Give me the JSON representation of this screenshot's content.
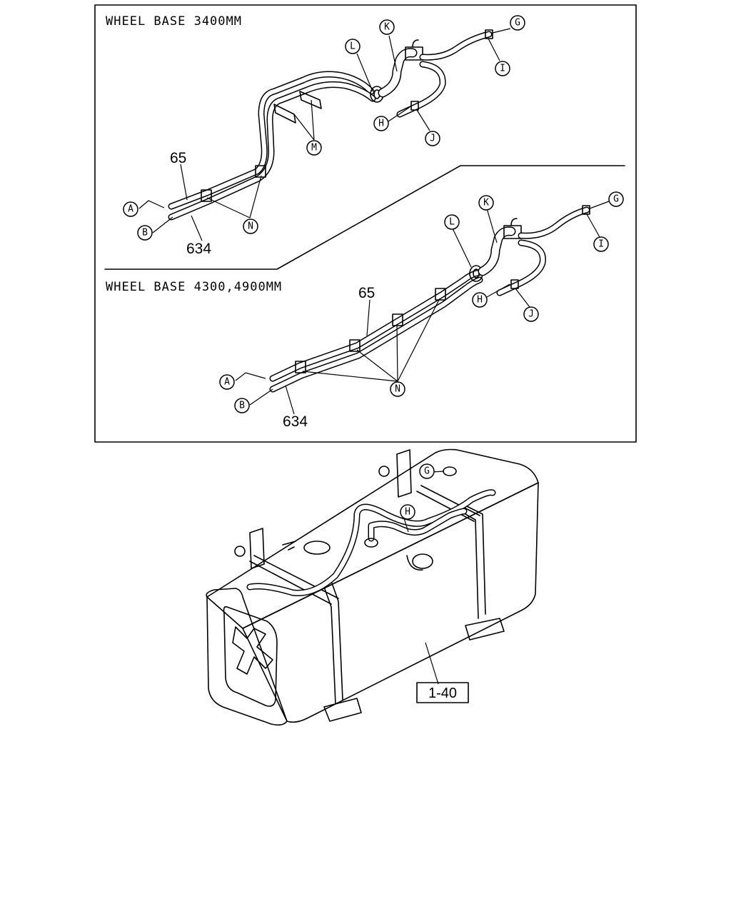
{
  "inset": {
    "wb_short_label": "WHEEL BASE 3400MM",
    "wb_long_label": "WHEEL BASE 4300,4900MM"
  },
  "callouts": {
    "a": "A",
    "b": "B",
    "g": "G",
    "h": "H",
    "i": "I",
    "j": "J",
    "k": "K",
    "l": "L",
    "m": "M",
    "n": "N"
  },
  "part_numbers": {
    "pipe_upper": "65",
    "pipe_lower": "634",
    "tank_ref": "1-40"
  }
}
